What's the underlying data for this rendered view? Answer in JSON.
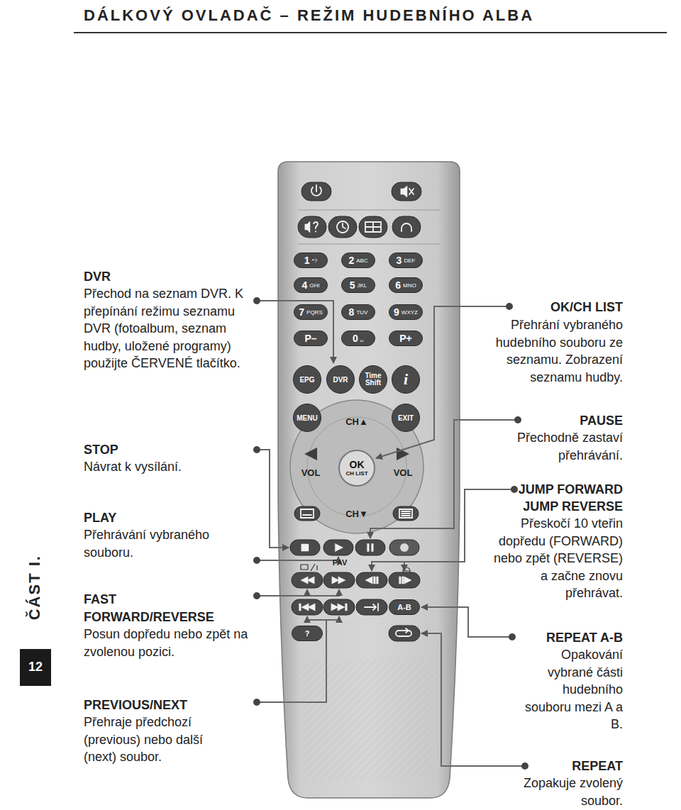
{
  "diagram": {
    "title": "DÁLKOVÝ OVLADAČ – REŽIM HUDEBNÍHO ALBA",
    "nodes": [
      {
        "text": [
          "1",
          "*?"
        ]
      },
      {
        "text": [
          "2",
          "ABC"
        ]
      },
      {
        "text": [
          "3",
          "DEF"
        ]
      },
      {
        "text": [
          "4",
          "GHI"
        ]
      },
      {
        "text": [
          "5",
          "JKL"
        ]
      },
      {
        "text": [
          "6",
          "MNO"
        ]
      },
      {
        "text": [
          "7",
          "PQRS"
        ]
      },
      {
        "text": [
          "8",
          "TUV"
        ]
      },
      {
        "text": [
          "9",
          "WXYZ"
        ]
      },
      {
        "text": [
          "P–"
        ]
      },
      {
        "text": [
          "0",
          "␣"
        ]
      },
      {
        "text": [
          "P+"
        ]
      },
      {
        "text": [
          "EPG"
        ]
      },
      {
        "text": [
          "DVR"
        ]
      },
      {
        "text": [
          "Time Shift"
        ]
      },
      {
        "text": [
          "i"
        ]
      },
      {
        "text": [
          "MENU"
        ]
      },
      {
        "text": [
          "CH▲"
        ]
      },
      {
        "text": [
          "EXIT"
        ]
      },
      {
        "text": [
          "VOL"
        ]
      },
      {
        "text": [
          "OK",
          "CH LIST"
        ]
      },
      {
        "text": [
          "VOL"
        ]
      },
      {
        "text": [
          "CH▼"
        ]
      },
      {
        "text": [
          "A-B"
        ]
      },
      {
        "text": [
          "?"
        ]
      }
    ],
    "labels": [
      "ČÁST I.",
      "12",
      "DVR",
      "Přechod na seznam DVR. K přepínání režimu seznamu DVR (fotoalbum, seznam hudby, uložené programy) použijte ČERVENÉ tlačítko.",
      "STOP",
      "Návrat k vysílání.",
      "PLAY",
      "Přehrávání vybraného souboru.",
      "FAST FORWARD/REVERSE",
      "Posun dopředu nebo zpět na zvolenou pozici.",
      "PREVIOUS/NEXT",
      "Přehraje předchozí (previous) nebo další (next) soubor.",
      "OK/CH LIST",
      "Přehrání vybraného hudebního souboru ze seznamu. Zobrazení seznamu hudby.",
      "PAUSE",
      "Přechodně zastaví přehrávání.",
      "JUMP FORWARD",
      "JUMP REVERSE",
      "Přeskočí 10 vteřin dopředu (FORWARD) nebo zpět (REVERSE) a začne znovu přehrávat.",
      "REPEAT A-B",
      "Opakování vybrané části hudebního souboru mezi A a B.",
      "REPEAT",
      "Zopakuje zvolený soubor.",
      "FAV"
    ]
  }
}
